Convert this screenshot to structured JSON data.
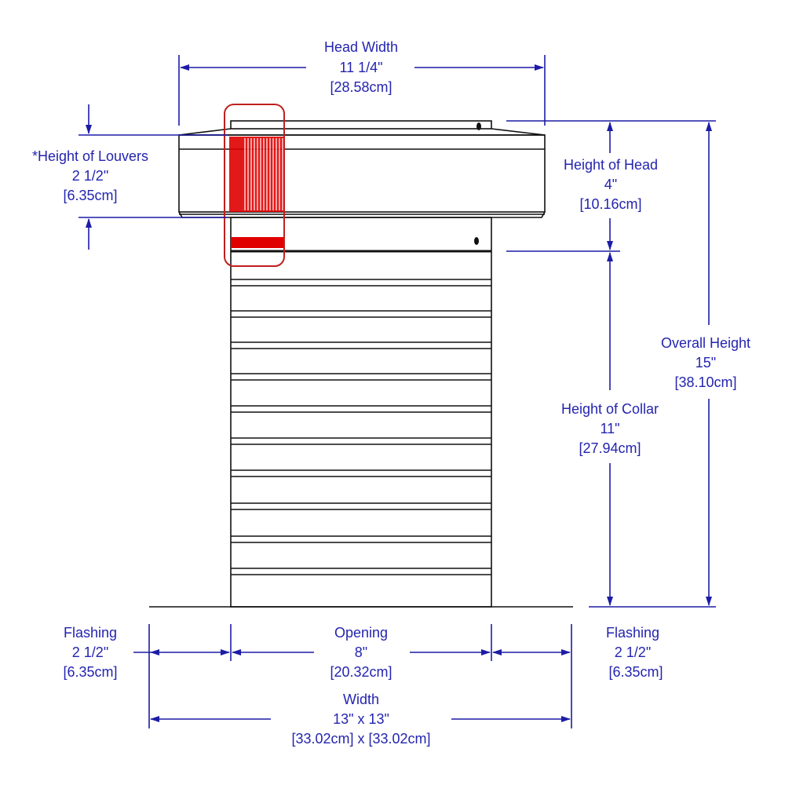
{
  "head_width": {
    "title": "Head Width",
    "imperial": "11 1/4\"",
    "metric": "[28.58cm]"
  },
  "louvers": {
    "title": "*Height of Louvers",
    "imperial": "2 1/2\"",
    "metric": "[6.35cm]"
  },
  "head_height": {
    "title": "Height of Head",
    "imperial": "4\"",
    "metric": "[10.16cm]"
  },
  "overall_height": {
    "title": "Overall Height",
    "imperial": "15\"",
    "metric": "[38.10cm]"
  },
  "collar_height": {
    "title": "Height of Collar",
    "imperial": "11\"",
    "metric": "[27.94cm]"
  },
  "flashing_left": {
    "title": "Flashing",
    "imperial": "2 1/2\"",
    "metric": "[6.35cm]"
  },
  "opening": {
    "title": "Opening",
    "imperial": "8\"",
    "metric": "[20.32cm]"
  },
  "flashing_right": {
    "title": "Flashing",
    "imperial": "2 1/2\"",
    "metric": "[6.35cm]"
  },
  "width": {
    "title": "Width",
    "imperial": "13\" x 13\"",
    "metric": "[33.02cm] x [33.02cm]"
  },
  "colors": {
    "dimension": "#1c1ca6",
    "highlight": "#e00000",
    "outline": "#111111"
  }
}
